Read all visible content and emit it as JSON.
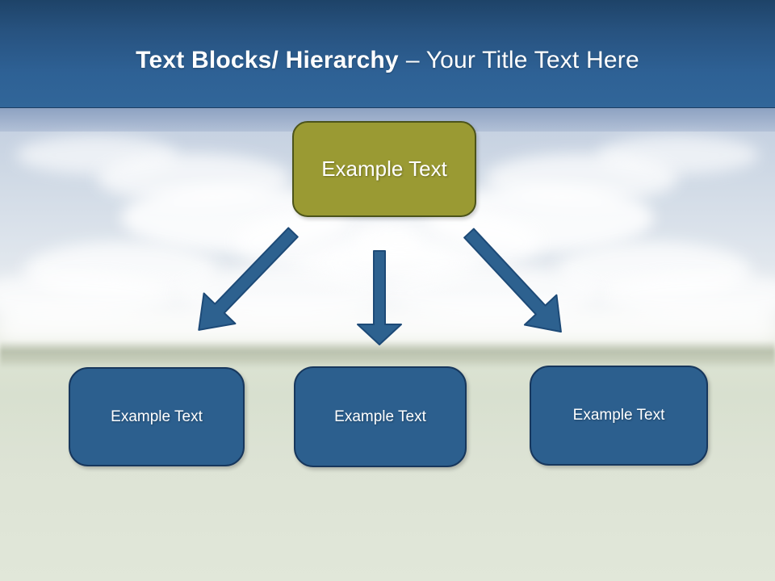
{
  "slide": {
    "header": {
      "title_bold": "Text Blocks/ Hierarchy",
      "title_regular": "– Your Title Text Here"
    },
    "diagram": {
      "root": {
        "label": "Example Text"
      },
      "children": [
        {
          "label": "Example Text"
        },
        {
          "label": "Example Text"
        },
        {
          "label": "Example Text"
        }
      ],
      "connector_icons": [
        "arrow-down-left-icon",
        "arrow-down-icon",
        "arrow-down-right-icon"
      ]
    },
    "colors": {
      "header_gradient_top": "#1e4368",
      "header_gradient_bottom": "#316699",
      "root_box_fill": "#9a9a33",
      "root_box_border": "#4c541a",
      "child_box_fill": "#2c5f8e",
      "child_box_border": "#17375d",
      "arrow_fill": "#2d618f",
      "arrow_outline": "#1d4a77",
      "title_text": "#ffffff"
    }
  }
}
